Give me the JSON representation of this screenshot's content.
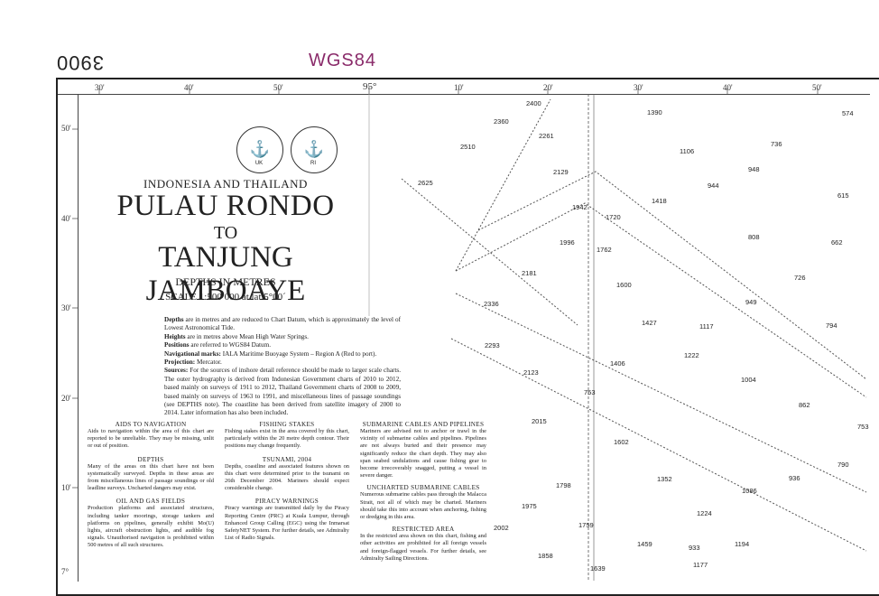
{
  "header": {
    "chart_number": "3900",
    "datum": "WGS84"
  },
  "top_ticks": [
    "30'",
    "40'",
    "50'",
    "95°",
    "10'",
    "20'",
    "30'",
    "40'",
    "50'"
  ],
  "left_ticks": [
    "50'",
    "40'",
    "30'",
    "20'",
    "10'",
    "7°"
  ],
  "title": {
    "region": "INDONESIA AND THAILAND",
    "line1": "PULAU RONDO",
    "line2": "TO",
    "line3": "TANJUNG JAMBOAYE",
    "depths": "DEPTHS IN METRES",
    "scale": "SCALE 1:500 000 at lat 5°00´"
  },
  "seals": {
    "left_text": "UK",
    "right_text": "RI"
  },
  "notes": {
    "depths_label": "Depths",
    "depths_text": "are in metres and are reduced to Chart Datum, which is approximately the level of Lowest Astronomical Tide.",
    "heights_label": "Heights",
    "heights_text": "are in metres above Mean High Water Springs.",
    "positions_label": "Positions",
    "positions_text": "are referred to WGS84 Datum.",
    "nav_label": "Navigational marks:",
    "nav_text": "IALA Maritime Buoyage System – Region A (Red to port).",
    "proj_label": "Projection:",
    "proj_text": "Mercator.",
    "sources_label": "Sources:",
    "sources_text": "For the sources of inshore detail reference should be made to larger scale charts. The outer hydrography is derived from Indonesian Government charts of 2010 to 2012, based mainly on surveys of 1911 to 2012, Thailand Government charts of 2008 to 2009, based mainly on surveys of 1963 to 1991, and miscellaneous lines of passage soundings (see DEPTHS note). The coastline has been derived from satellite imagery of 2000 to 2014. Later information has also been included."
  },
  "sections": {
    "aids_title": "AIDS TO NAVIGATION",
    "aids_text": "Aids to navigation within the area of this chart are reported to be unreliable. They may be missing, unlit or out of position.",
    "depths_title": "DEPTHS",
    "depths_text": "Many of the areas on this chart have not been systematically surveyed. Depths in these areas are from miscellaneous lines of passage soundings or old leadline surveys. Uncharted dangers may exist.",
    "oil_title": "OIL AND GAS FIELDS",
    "oil_text": "Production platforms and associated structures, including tanker moorings, storage tankers and platforms on pipelines, generally exhibit Mo(U) lights, aircraft obstruction lights, and audible fog signals. Unauthorised navigation is prohibited within 500 metres of all such structures.",
    "fishing_title": "FISHING STAKES",
    "fishing_text": "Fishing stakes exist in the area covered by this chart, particularly within the 20 metre depth contour. Their positions may change frequently.",
    "tsunami_title": "TSUNAMI, 2004",
    "tsunami_text": "Depths, coastline and associated features shown on this chart were determined prior to the tsunami on 26th December 2004. Mariners should expect considerable change.",
    "piracy_title": "PIRACY WARNINGS",
    "piracy_text": "Piracy warnings are transmitted daily by the Piracy Reporting Centre (PRC) at Kuala Lumpur, through Enhanced Group Calling (EGC) using the Inmarsat SafetyNET System. For further details, see Admiralty List of Radio Signals.",
    "cables_title": "SUBMARINE CABLES AND PIPELINES",
    "cables_text": "Mariners are advised not to anchor or trawl in the vicinity of submarine cables and pipelines. Pipelines are not always buried and their presence may significantly reduce the chart depth. They may also span seabed undulations and cause fishing gear to become irrecoverably snagged, putting a vessel in severe danger.",
    "uncharted_title": "UNCHARTED SUBMARINE CABLES",
    "uncharted_text": "Numerous submarine cables pass through the Malacca Strait, not all of which may be charted. Mariners should take this into account when anchoring, fishing or dredging in this area.",
    "restricted_title": "RESTRICTED AREA",
    "restricted_text": "In the restricted area shown on this chart, fishing and other activities are prohibited for all foreign vessels and foreign-flagged vessels. For further details, see Admiralty Sailing Directions."
  },
  "soundings": [
    "2400",
    "1390",
    "574",
    "2360",
    "2261",
    "2510",
    "1106",
    "736",
    "948",
    "944",
    "2129",
    "615",
    "2625",
    "1418",
    "1942",
    "1720",
    "808",
    "1996",
    "1762",
    "662",
    "2181",
    "1600",
    "726",
    "2336",
    "949",
    "1427",
    "1117",
    "794",
    "2293",
    "1222",
    "1406",
    "2123",
    "1004",
    "753",
    "862",
    "2015",
    "753",
    "1602",
    "790",
    "1352",
    "1798",
    "1086",
    "936",
    "1975",
    "1224",
    "2002",
    "1759",
    "1459",
    "933",
    "1194",
    "1858",
    "1177",
    "1639"
  ]
}
